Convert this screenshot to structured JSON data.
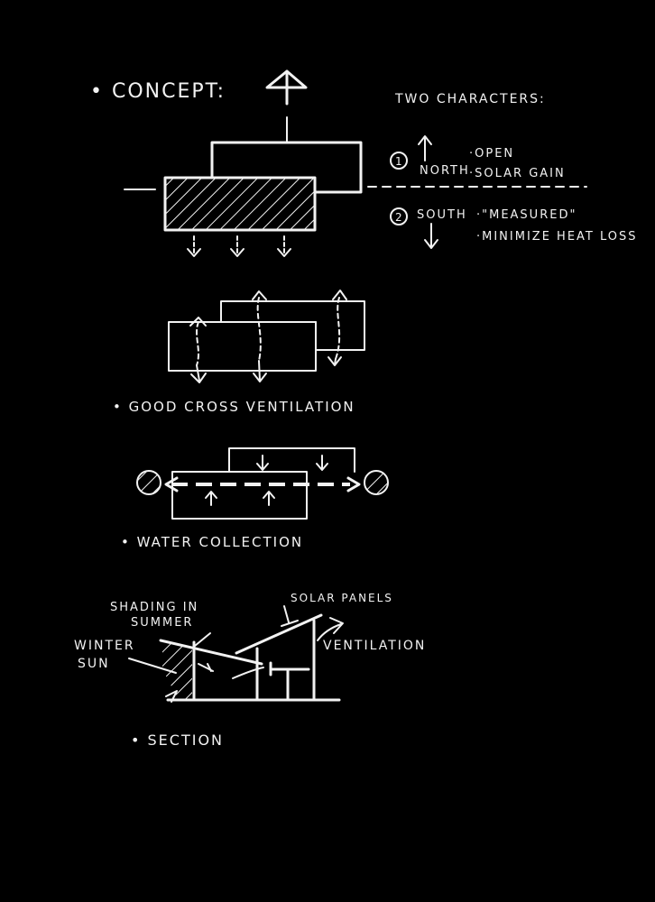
{
  "concept": {
    "heading": "• CONCEPT:",
    "characters_title": "TWO CHARACTERS:",
    "one": {
      "number": "1",
      "direction": "NORTH",
      "trait_a": "·OPEN",
      "trait_b": "·SOLAR GAIN"
    },
    "two": {
      "number": "2",
      "direction": "SOUTH",
      "trait_a": "·\"MEASURED\"",
      "trait_b": "·MINIMIZE HEAT LOSS"
    }
  },
  "ventilation": {
    "caption": "• GOOD CROSS VENTILATION"
  },
  "water": {
    "caption": "• WATER COLLECTION"
  },
  "section": {
    "caption": "• SECTION",
    "label_shading_1": "SHADING IN",
    "label_shading_2": "SUMMER",
    "label_winter_1": "WINTER",
    "label_winter_2": "SUN",
    "label_solar": "SOLAR PANELS",
    "label_ventilation": "VENTILATION"
  },
  "colors": {
    "ink": "#f2f2f2",
    "paper": "#000000"
  }
}
